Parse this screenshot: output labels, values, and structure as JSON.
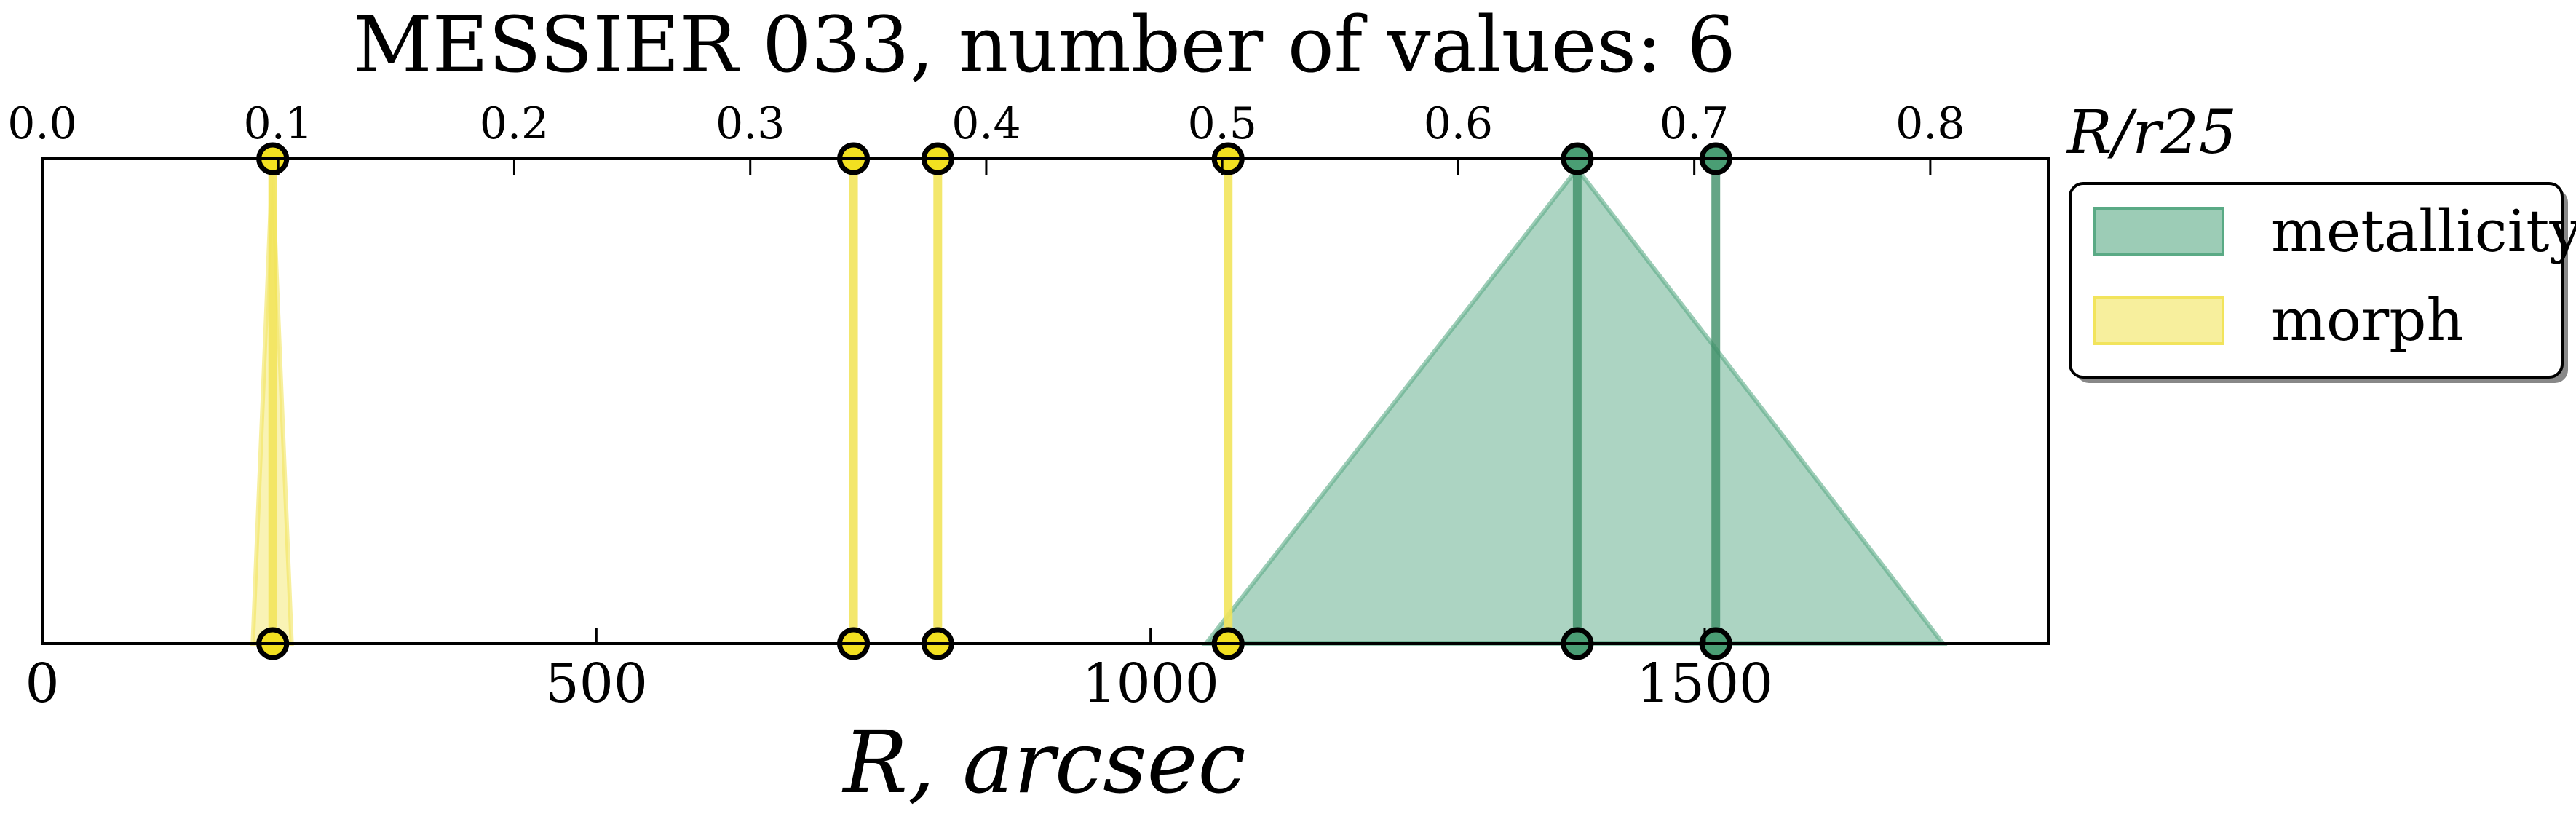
{
  "chart_data": {
    "type": "line",
    "title": "MESSIER 033, number of values: 6",
    "xlabel": "R, arcsec",
    "x2label": "R/r25",
    "xlim": [
      0,
      1810
    ],
    "x_ticks": [
      0,
      500,
      1000,
      1500
    ],
    "x_tick_labels": [
      "0",
      "500",
      "1000",
      "1500"
    ],
    "x2lim": [
      0.0,
      0.85
    ],
    "x2_ticks": [
      0.0,
      0.1,
      0.2,
      0.3,
      0.4,
      0.5,
      0.6,
      0.7,
      0.8
    ],
    "x2_tick_labels": [
      "0.0",
      "0.1",
      "0.2",
      "0.3",
      "0.4",
      "0.5",
      "0.6",
      "0.7",
      "0.8"
    ],
    "y_ticks_shown": false,
    "grid": false,
    "legend": {
      "placement": "outside-right-top"
    },
    "series": [
      {
        "name": "metallicity",
        "color": "#5aaa85",
        "values_arcsec": [
          1385,
          1510
        ],
        "values_r25": [
          0.655,
          0.715
        ],
        "range_arcsec": [
          1050,
          1715
        ]
      },
      {
        "name": "morph",
        "color": "#f2e45c",
        "values_arcsec": [
          208,
          732,
          808,
          1070
        ],
        "values_r25": [
          0.1,
          0.345,
          0.38,
          0.505
        ],
        "range_arcsec": [
          190,
          225
        ]
      }
    ]
  }
}
